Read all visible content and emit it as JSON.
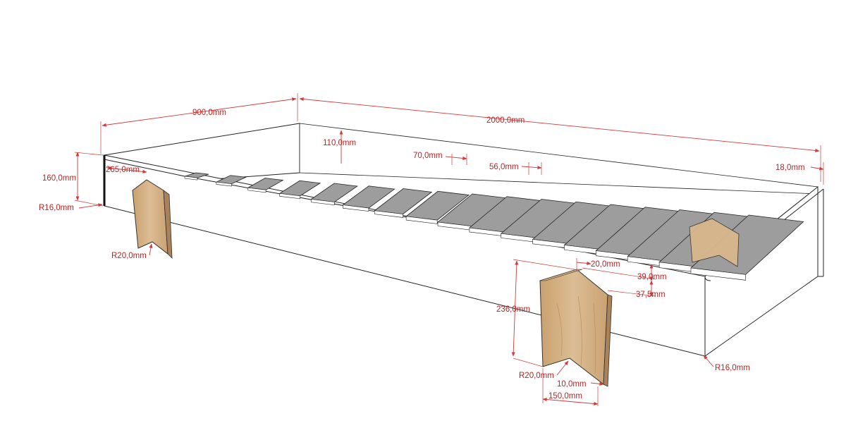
{
  "drawing": {
    "colors": {
      "frame_fill": "#ffffff",
      "frame_edge": "#222222",
      "slat_top": "#9d9d9d",
      "slat_side": "#ffffff",
      "wood": "#d7b68c",
      "wood_side": "#b8936a",
      "dimension": "#c21f1f"
    },
    "dimensions": {
      "width": "900,0mm",
      "length": "2000,0mm",
      "side_height": "110,0mm",
      "slat_width": "70,0mm",
      "slat_gap": "56,0mm",
      "board_thickness": "18,0mm",
      "frame_height": "160,0mm",
      "leg_offset": "265,0mm",
      "corner_radius_left": "R16,0mm",
      "notch_radius_left": "R20,0mm",
      "leg_step": "20,0mm",
      "leg_peak": "39,0mm",
      "leg_shoulder": "37,5mm",
      "leg_height": "236,0mm",
      "notch_radius_right": "R20,0mm",
      "leg_thickness": "10,0mm",
      "leg_width": "150,0mm",
      "corner_radius_right": "R16,0mm"
    }
  }
}
